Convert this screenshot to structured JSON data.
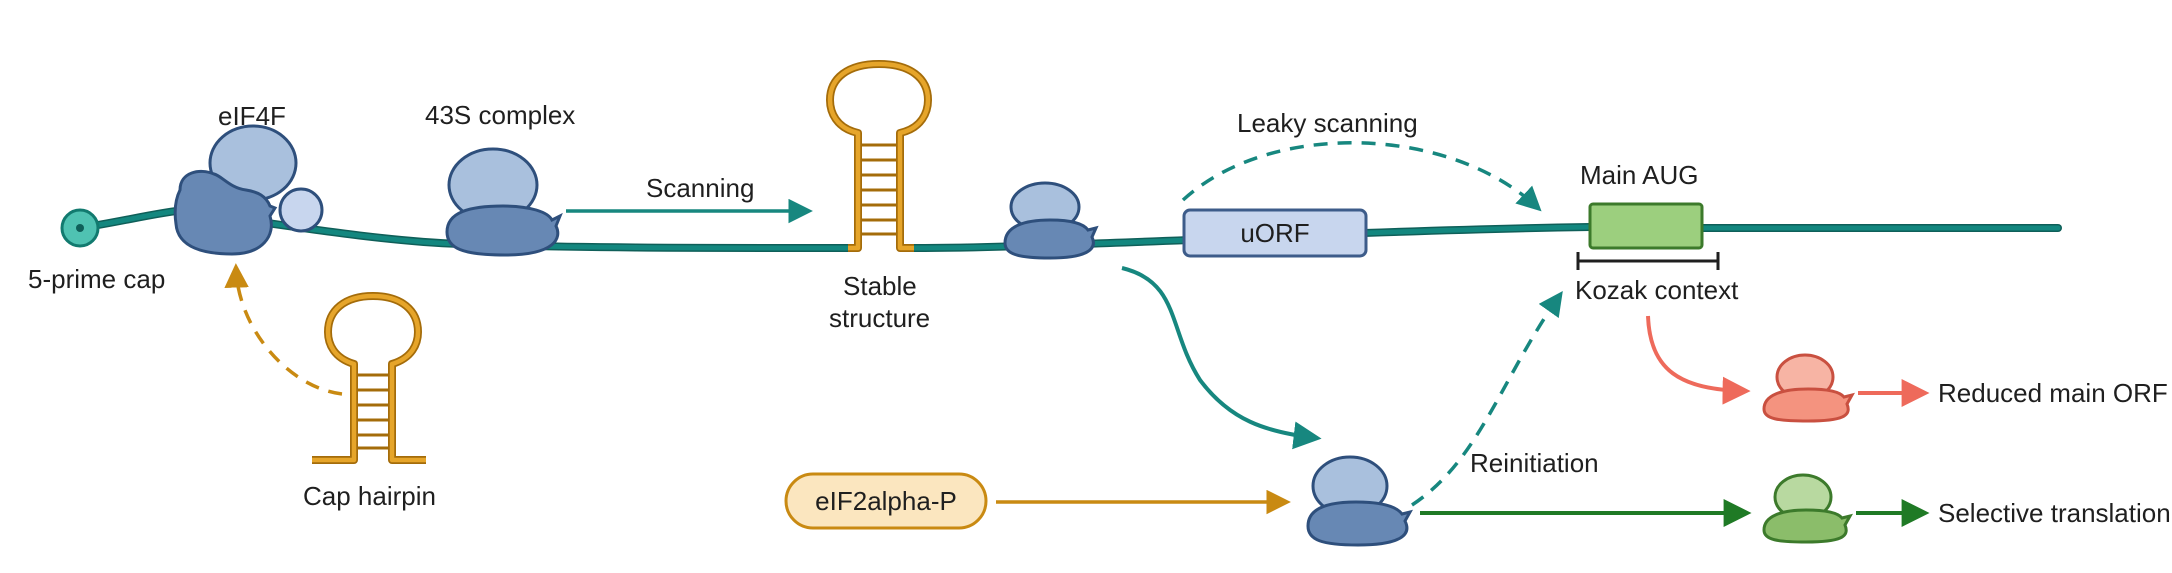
{
  "labels": {
    "cap": "5-prime cap",
    "eif4f": "eIF4F",
    "complex43s": "43S complex",
    "scanning": "Scanning",
    "stable_line1": "Stable",
    "stable_line2": "structure",
    "cap_hairpin": "Cap hairpin",
    "leaky": "Leaky scanning",
    "uorf": "uORF",
    "main_aug": "Main AUG",
    "kozak": "Kozak context",
    "eif2": "eIF2alpha-P",
    "reinitiation": "Reinitiation",
    "reduced": "Reduced main ORF",
    "selective": "Selective translation"
  },
  "colors": {
    "mrna": "#13877f",
    "teal_arrow": "#17877f",
    "ribosome_large": "#a9c0dd",
    "ribosome_small": "#6788b4",
    "ribosome_stroke": "#2e4f7c",
    "hairpin": "#d48f12",
    "eif2_fill": "#fbe6bf",
    "eif2_stroke": "#c98a12",
    "uorf_fill": "#c8d6ee",
    "uorf_stroke": "#3d5c8a",
    "aug_fill": "#9ccf7e",
    "aug_stroke": "#3c7a2b",
    "reduced_color": "#ee6a5b",
    "reduced_fill": "#f4937f",
    "selective_color": "#1f7a25",
    "selective_fill": "#8bbd6a",
    "cap_fill": "#4fc2b2"
  }
}
